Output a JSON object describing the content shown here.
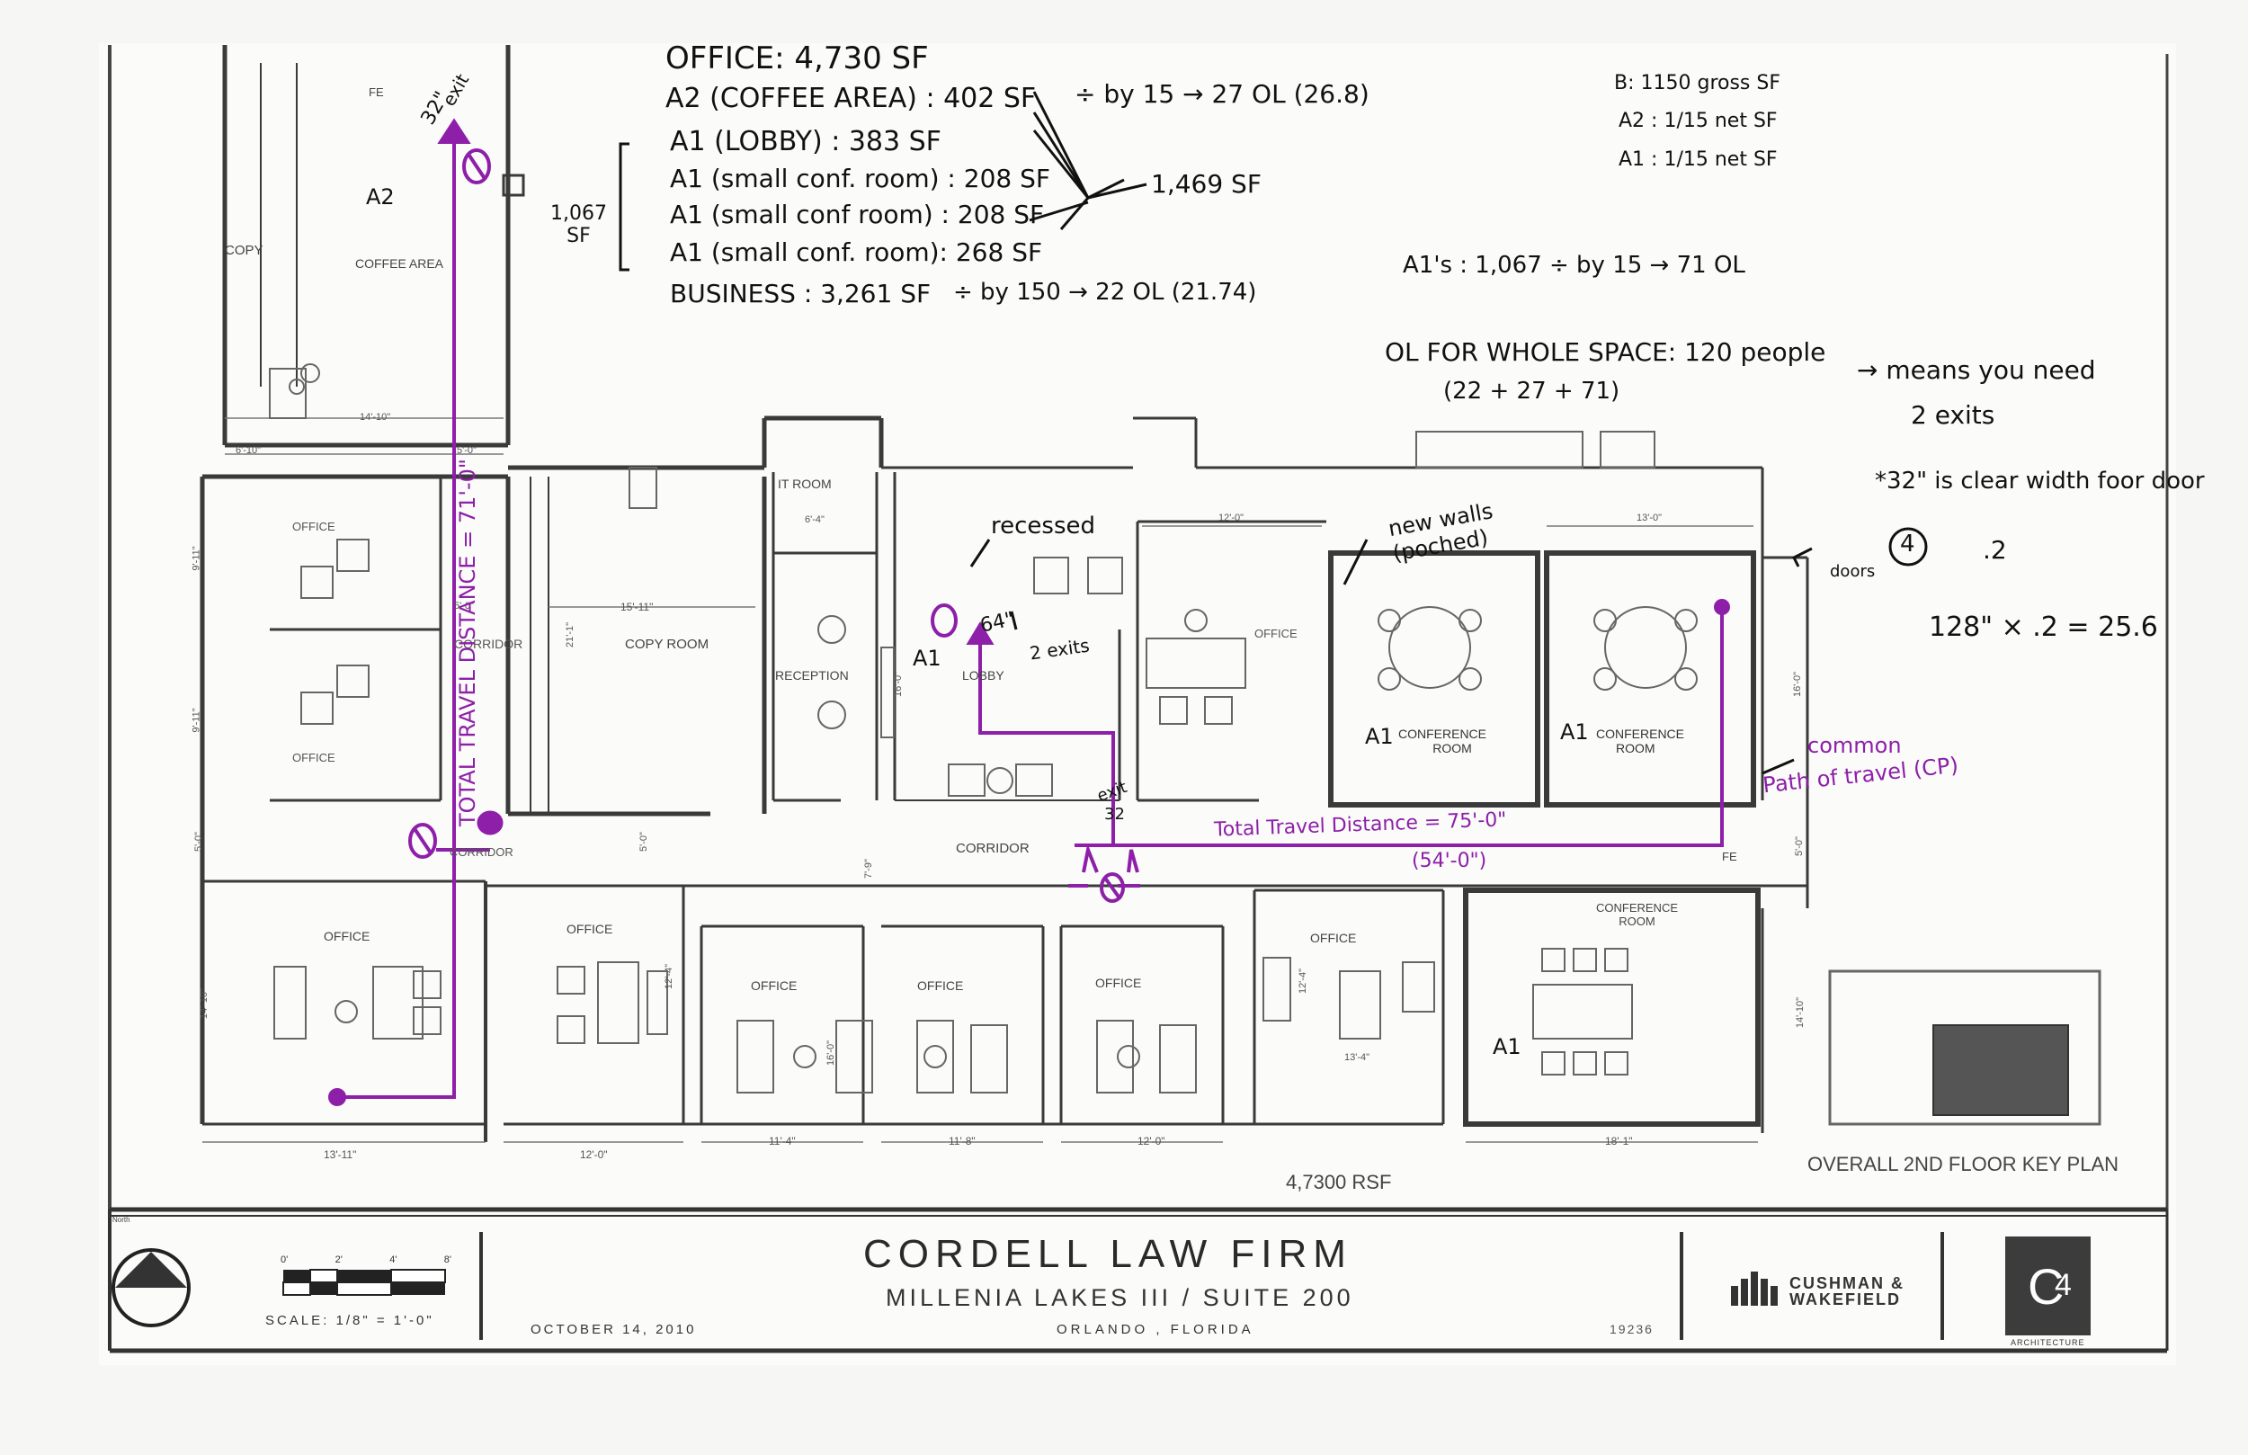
{
  "colors": {
    "ink": "#111111",
    "annotation": "#8d1fa8",
    "plan": "#3a3a3a",
    "paper": "#fbfbfa"
  },
  "rooms": {
    "copy_left": "COPY",
    "coffee_area": "COFFEE AREA",
    "office_1": "OFFICE",
    "office_2": "OFFICE",
    "corridor_left": "CORRIDOR",
    "corridor_left_2": "CORRIDOR",
    "copy_room": "COPY ROOM",
    "it_room": "IT ROOM",
    "reception": "RECEPTION",
    "lobby": "LOBBY",
    "office_top_right": "OFFICE",
    "conference_1_line1": "CONFERENCE",
    "conference_1_line2": "ROOM",
    "conference_2_line1": "CONFERENCE",
    "conference_2_line2": "ROOM",
    "corridor_main": "CORRIDOR",
    "office_b1": "OFFICE",
    "office_b2": "OFFICE",
    "office_b3": "OFFICE",
    "office_b4": "OFFICE",
    "office_b5": "OFFICE",
    "office_b6": "OFFICE",
    "conference_3_line1": "CONFERENCE",
    "conference_3_line2": "ROOM",
    "fe_1": "FE",
    "fe_2": "FE"
  },
  "dimensions": {
    "d1": "14'-10\"",
    "d2": "6'-10\"",
    "d3": "5'-0\"",
    "d4": "9'-11\"",
    "d5": "9'-11\"",
    "d6": "5'-0\"",
    "d7": "5'-0\"",
    "d8": "15'-11\"",
    "d9": "21'-1\"",
    "d10": "6'-4\"",
    "d11": "16'-0\"",
    "d12": "12'-0\"",
    "d13": "13'-0\"",
    "d14": "16'-0\"",
    "d15": "7'-9\"",
    "d16": "5'-0\"",
    "d17": "5'-0\"",
    "d18": "14'-10\"",
    "d19": "12'-4\"",
    "d20": "16'-0\"",
    "d21": "12'-4\"",
    "d22": "13'-4\"",
    "d23": "14'-10\"",
    "d24": "13'-11\"",
    "d25": "12'-0\"",
    "d26": "11'-4\"",
    "d27": "11'-8\"",
    "d28": "12'-0\"",
    "d29": "18'-1\""
  },
  "plan": {
    "rsf": "4,7300 RSF",
    "key_plan_label": "OVERALL 2ND FLOOR KEY PLAN"
  },
  "title_block": {
    "north_label": "North",
    "scale_ticks": [
      "0'",
      "2'",
      "4'",
      "8'"
    ],
    "scale": "SCALE: 1/8\" = 1'-0\"",
    "date": "OCTOBER 14, 2010",
    "firm": "CORDELL LAW FIRM",
    "project": "MILLENIA LAKES III / SUITE 200",
    "location": "ORLANDO , FLORIDA",
    "job_no": "19236",
    "cw_line1": "CUSHMAN &",
    "cw_line2": "WAKEFIELD",
    "c4_sub": "ARCHITECTURE"
  },
  "notes": {
    "office_total": "OFFICE: 4,730 SF",
    "a2_line": "A2 (COFFEE AREA) : 402 SF",
    "a1_lobby": "A1 (LOBBY) : 383 SF",
    "a1_small_conf_1": "A1 (small conf. room) : 208 SF",
    "a1_small_conf_2": "A1 (small conf room) : 208 SF",
    "a1_small_conf_3": "A1 (small conf. room): 268 SF",
    "business": "BUSINESS : 3,261 SF",
    "bracket_total": "1,067",
    "bracket_unit": "SF",
    "a2_calc": "÷ by 15 → 27 OL (26.8)",
    "sum_arrow": "1,469 SF",
    "business_calc": "÷ by 150 → 22 OL (21.74)",
    "b_factor": "B: 1150 gross SF",
    "a2_factor": "A2 : 1/15 net SF",
    "a1_factor": "A1 : 1/15 net SF",
    "a1s_calc": "A1's : 1,067 ÷ by 15 → 71 OL",
    "ol_total": "OL FOR WHOLE SPACE: 120 people",
    "ol_sum": "(22 + 27 + 71)",
    "exits_note_1": "→ means you need",
    "exits_note_2": "2 exits",
    "clear_width": "*32\" is clear width foor door",
    "doors_label": "doors",
    "doors_count": "4",
    "factor": ".2",
    "width_calc": "128\" × .2 = 25.6",
    "a2_room_tag": "A2",
    "exit_top": "exit",
    "exit_top_width": "32\"",
    "travel_left": "TOTAL TRAVEL DISTANCE = 71'-0\"",
    "recessed": "recessed",
    "lobby_width": "64\"",
    "lobby_exits": "2 exits",
    "lobby_tag": "A1",
    "new_walls": "new walls (poched)",
    "conf_tag_1": "A1",
    "conf_tag_2": "A1",
    "conf_tag_3": "A1",
    "exit_mid": "exit",
    "exit_mid_width": "32",
    "travel_right": "Total Travel Distance = 75'-0\"",
    "travel_right_2": "(54'-0\")",
    "common_path_1": "common",
    "common_path_2": "Path of travel (CP)"
  }
}
